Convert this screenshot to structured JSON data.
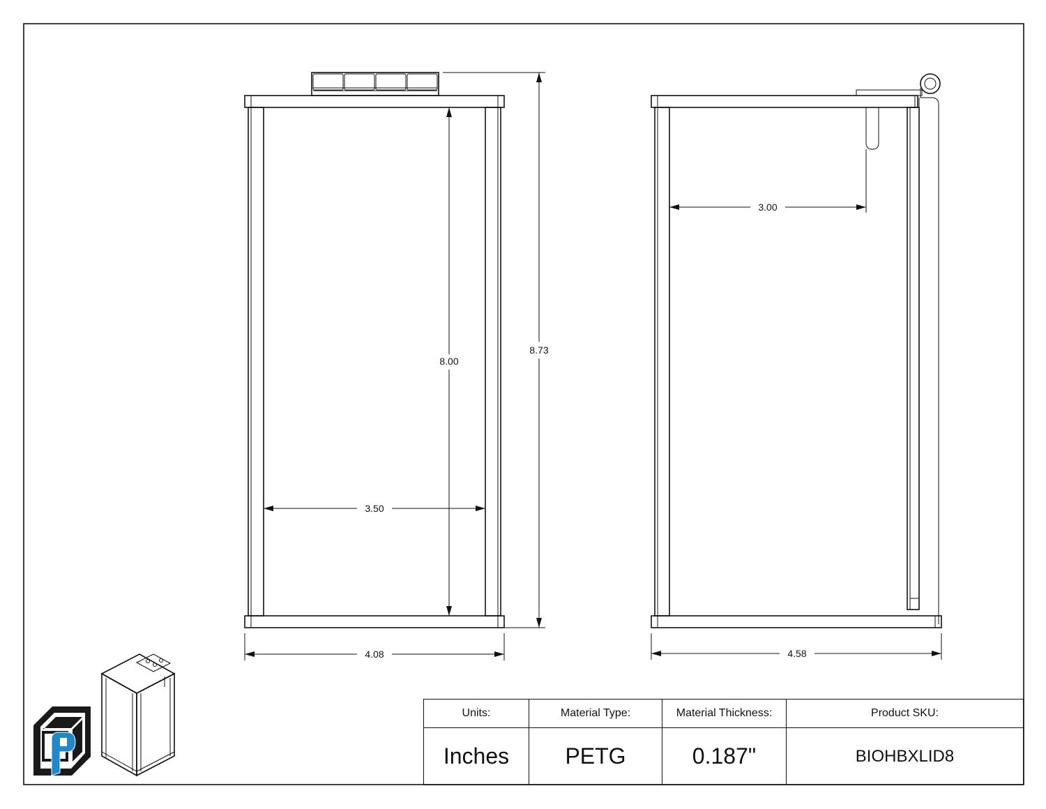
{
  "dimensions": {
    "front_overall_height": "8.73",
    "front_inner_height": "8.00",
    "front_inner_width": "3.50",
    "front_overall_width": "4.08",
    "side_slot_offset": "3.00",
    "side_overall_width": "4.58"
  },
  "title_block": {
    "headers": [
      "Units:",
      "Material Type:",
      "Material Thickness:",
      "Product SKU:"
    ],
    "values": [
      "Inches",
      "PETG",
      "0.187\"",
      "BIOHBXLID8"
    ]
  },
  "colors": {
    "line": "#111111",
    "logo_blue": "#1e88c8",
    "logo_black": "#1a1a1a"
  },
  "icons": [
    "company-logo-icon",
    "isometric-box-icon"
  ]
}
